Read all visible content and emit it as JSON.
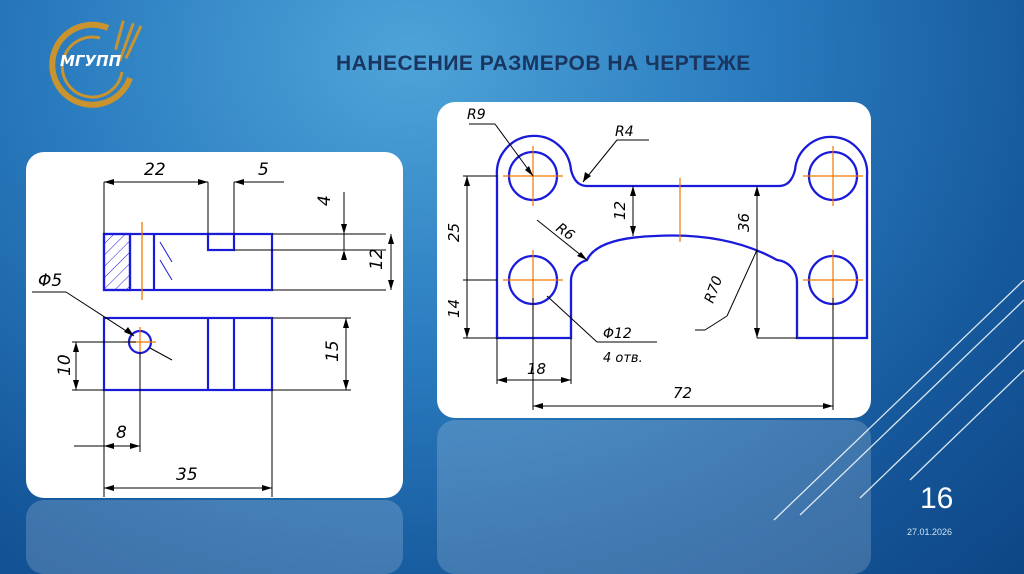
{
  "logo": {
    "text": "МГУПП"
  },
  "slide": {
    "title": "НАНЕСЕНИЕ РАЗМЕРОВ НА ЧЕРТЕЖЕ",
    "number": "16",
    "date": "27.01.2026"
  },
  "drawing_left": {
    "dims": {
      "d22": "22",
      "d5": "5",
      "d4": "4",
      "d12": "12",
      "dphi5": "Φ5",
      "d10": "10",
      "d15": "15",
      "d8": "8",
      "d35": "35"
    }
  },
  "drawing_right": {
    "dims": {
      "r9": "R9",
      "r4": "R4",
      "d25": "25",
      "d12": "12",
      "r6": "R6",
      "d36": "36",
      "d14": "14",
      "r70": "R70",
      "phi12": "Φ12",
      "holes": "4 отв.",
      "d18": "18",
      "d72": "72"
    }
  },
  "colors": {
    "outline": "#1a1adb",
    "axis": "#f07800",
    "dim": "#000000",
    "title": "#1a3560"
  }
}
